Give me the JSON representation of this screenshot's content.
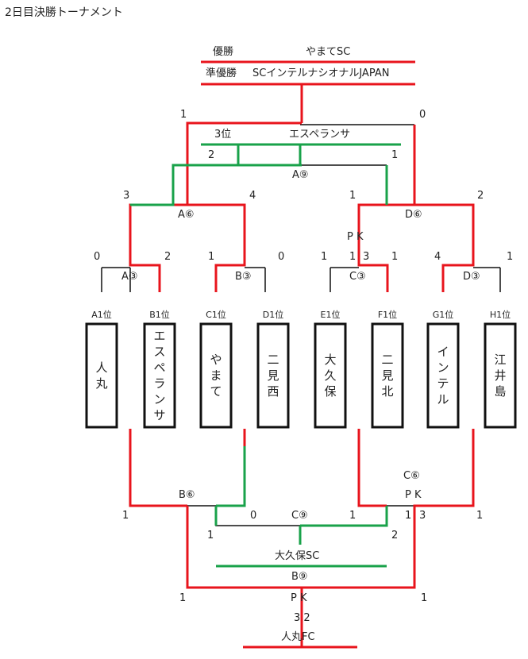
{
  "page_title": "2日目決勝トーナメント",
  "results": {
    "winner_label": "優勝",
    "winner_team": "やまてSC",
    "runner_label": "準優勝",
    "runner_team": "SCインテルナシオナルJAPAN",
    "third_label": "3位",
    "third_team": "エスペランサ",
    "bottom_winner": "大久保SC",
    "bottom_last": "人丸FC"
  },
  "matches": {
    "a9": "A⑨",
    "a6": "A⑥",
    "d6": "D⑥",
    "a3": "A③",
    "b3": "B③",
    "c3": "C③",
    "d3": "D③",
    "b6": "B⑥",
    "c6": "C⑥",
    "c9": "C⑨",
    "b9": "B⑨"
  },
  "pk": {
    "top": "P K",
    "c6": "P K",
    "b9": "P K"
  },
  "scores": {
    "final_left": "1",
    "final_right": "0",
    "third_left": "2",
    "third_right": "1",
    "a6_left": "3",
    "a6_right": "4",
    "d6_left": "1",
    "d6_right": "2",
    "a3_left": "0",
    "a3_right": "2",
    "b3_left": "1",
    "b3_right": "0",
    "c3_left": "1",
    "c3_pk_left": "1",
    "c3_pk_right": "3",
    "c3_right": "1",
    "d3_left": "4",
    "d3_right": "1",
    "b6_left": "1",
    "b6_right": "0",
    "c6_left": "1",
    "c6_pk_left": "1",
    "c6_pk_right": "3",
    "c6_right": "1",
    "c9_left": "1",
    "c9_right": "2",
    "b9_left": "1",
    "b9_right": "1",
    "b9_pk": "3 2"
  },
  "seeds": [
    "A1位",
    "B1位",
    "C1位",
    "D1位",
    "E1位",
    "F1位",
    "G1位",
    "H1位"
  ],
  "teams": [
    "人丸",
    "エスペランサ",
    "やまて",
    "二見西",
    "大久保",
    "二見北",
    "インテル",
    "江井島"
  ],
  "colors": {
    "win": "#e8141c",
    "third": "#19a24a",
    "line": "#111111"
  }
}
